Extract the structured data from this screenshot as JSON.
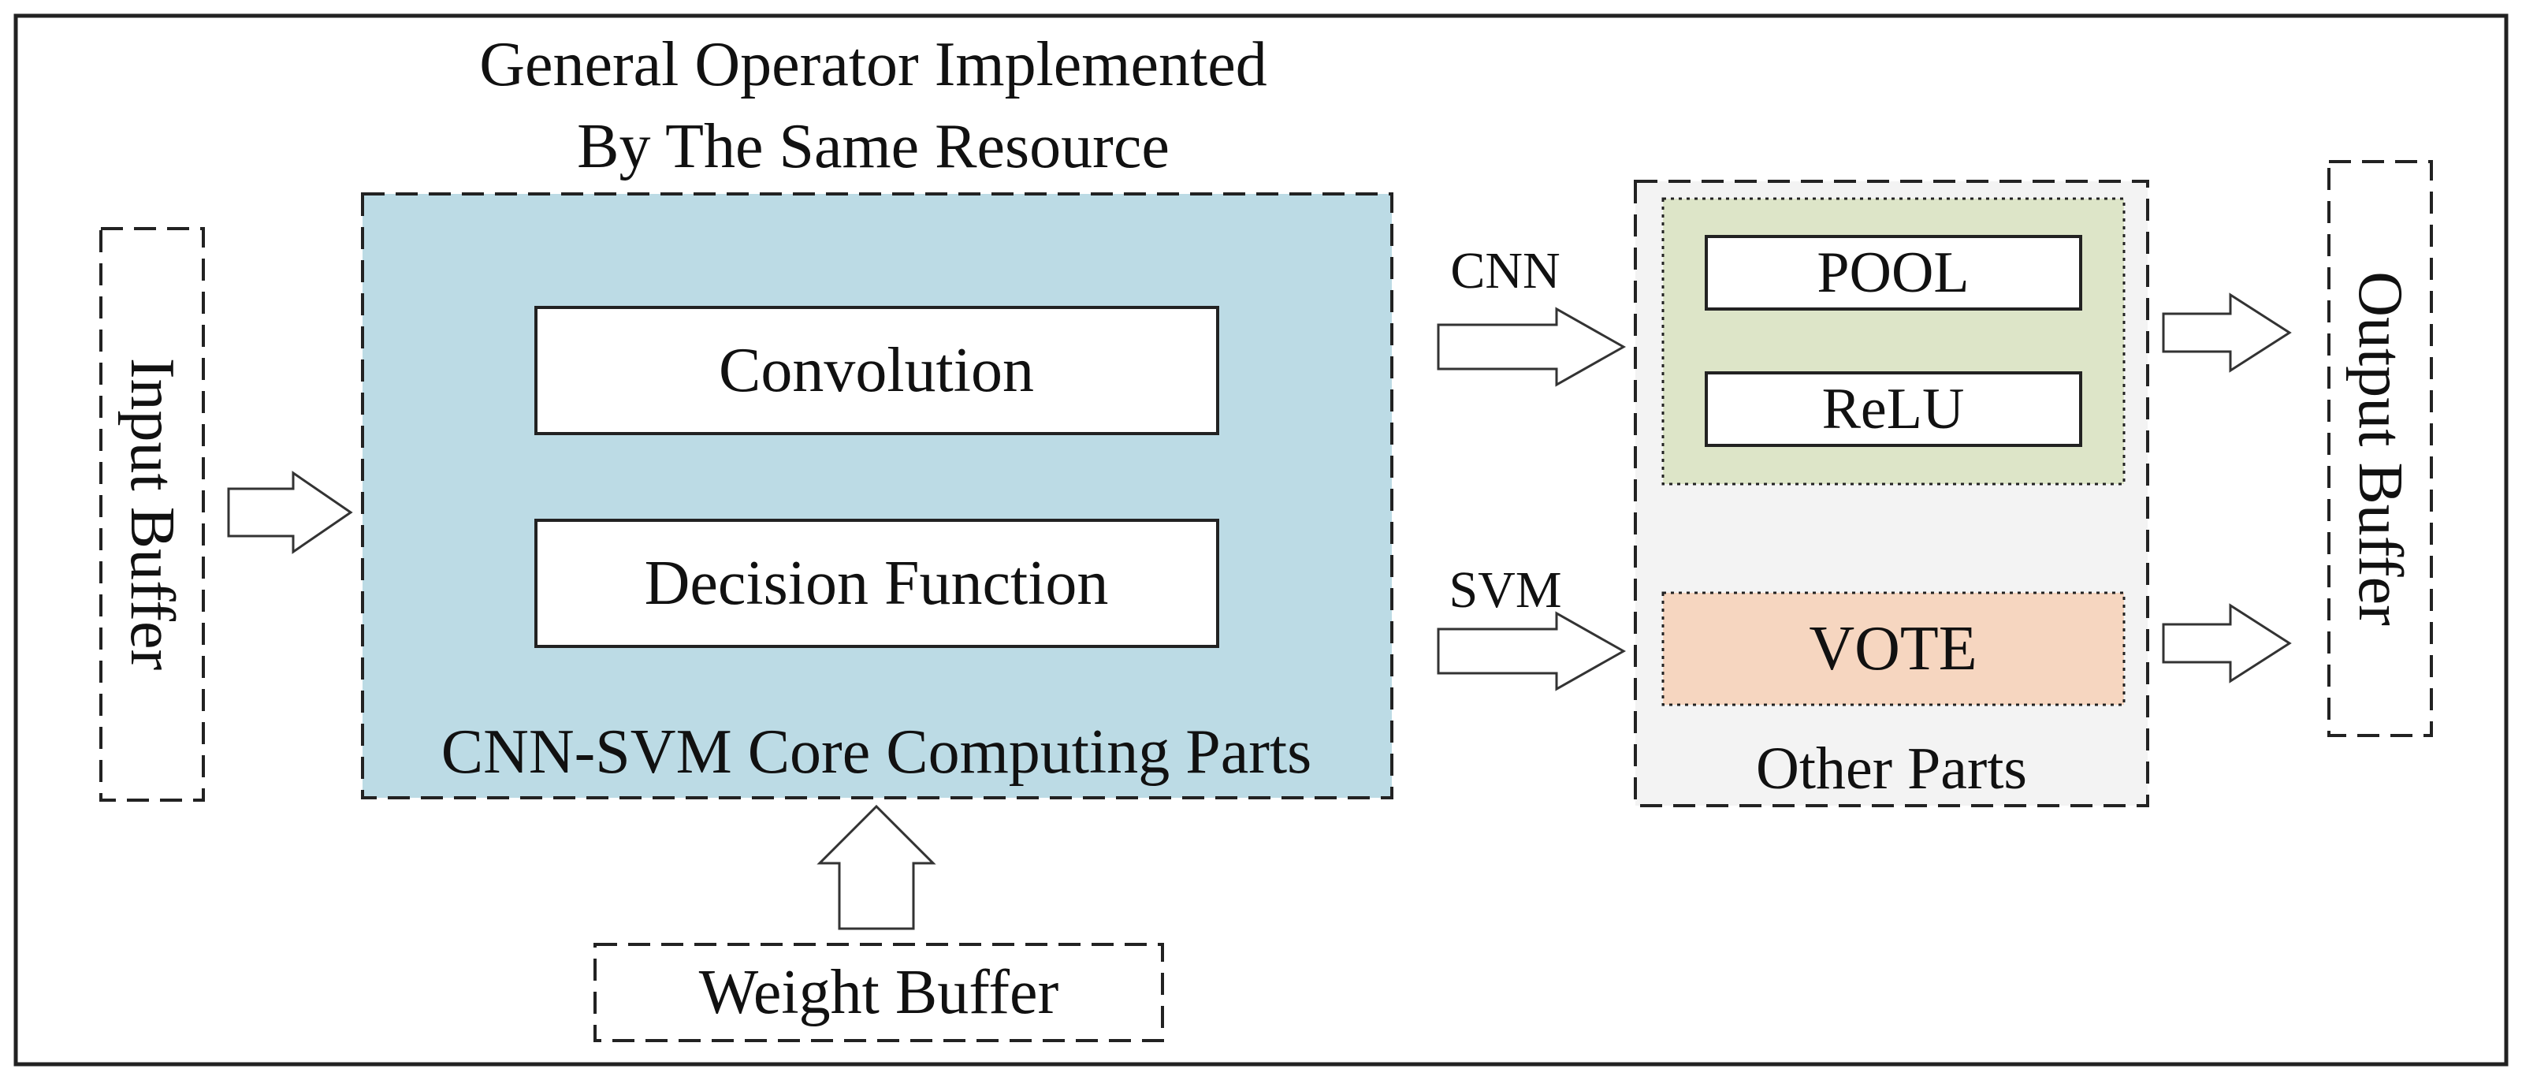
{
  "title": {
    "line1": "General Operator Implemented",
    "line2": "By The Same Resource"
  },
  "core": {
    "caption": "CNN-SVM Core Computing Parts",
    "blocks": [
      "Convolution",
      "Decision Function"
    ]
  },
  "other": {
    "caption": "Other Parts",
    "cnn_blocks": [
      "POOL",
      "ReLU"
    ],
    "svm_block": "VOTE"
  },
  "paths": {
    "cnn": "CNN",
    "svm": "SVM"
  },
  "buffers": {
    "input": "Input Buffer",
    "output": "Output Buffer",
    "weight": "Weight Buffer"
  },
  "colors": {
    "core_fill": "#bcdbe5",
    "cnn_group_fill": "#dde5c8",
    "vote_fill": "#f6d6c0",
    "other_fill": "#f3f3f3",
    "stroke": "#222222"
  }
}
